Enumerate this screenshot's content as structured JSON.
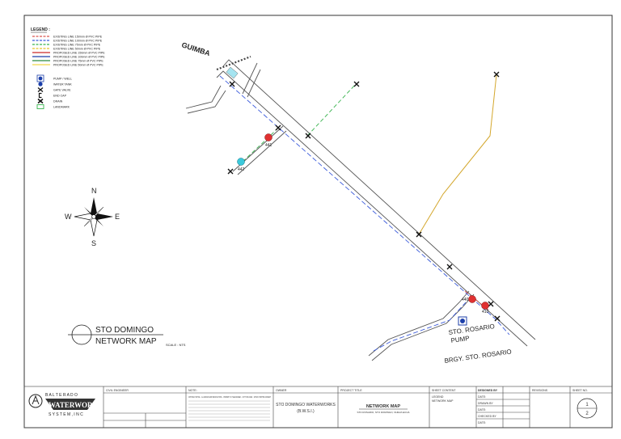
{
  "legend": {
    "heading": "LEGEND :",
    "lines": [
      {
        "label": "EXISTING LINE 150mm Ø PVC PIPE",
        "color": "#d9534f",
        "dash": true
      },
      {
        "label": "EXISTING LINE 100mm Ø PVC PIPE",
        "color": "#3b5bdb",
        "dash": true
      },
      {
        "label": "EXISTING LINE 75mm Ø PVC PIPE",
        "color": "#37b24d",
        "dash": true
      },
      {
        "label": "EXISTING LINE 50mm Ø PVC PIPE",
        "color": "#e6c229",
        "dash": true
      },
      {
        "label": "PROPOSED LINE 150mm Ø PVC PIPE",
        "color": "#c92a2a",
        "dash": false
      },
      {
        "label": "PROPOSED LINE 100mm Ø PVC PIPE",
        "color": "#1c3faa",
        "dash": false
      },
      {
        "label": "PROPOSED LINE 75mm Ø PVC PIPE",
        "color": "#2b8a3e",
        "dash": false
      },
      {
        "label": "PROPOSED LINE 50mm Ø PVC PIPE",
        "color": "#f2d64b",
        "dash": false
      }
    ],
    "symbols": [
      {
        "icon": "pump-well-icon",
        "label": "PUMP / WELL"
      },
      {
        "icon": "water-tank-icon",
        "label": "WATER TANK"
      },
      {
        "icon": "gate-valve-icon",
        "label": "GATE VALVE"
      },
      {
        "icon": "end-cap-icon",
        "label": "END CAP"
      },
      {
        "icon": "drain-icon",
        "label": "DRAIN"
      },
      {
        "icon": "landmark-icon",
        "label": "LANDMARK"
      }
    ]
  },
  "compass": {
    "n": "N",
    "e": "E",
    "s": "S",
    "w": "W"
  },
  "map_labels": {
    "road": "GUIMBA",
    "node_441": "441",
    "node_442": "442",
    "node_440": "440",
    "node_410": "410",
    "pump_label_1": "STO. ROSARIO",
    "pump_label_2": "PUMP",
    "brgy": "BRGY. STO. ROSARIO"
  },
  "title_block": {
    "title_line1": "STO DOMINGO",
    "title_line2": "NETWORK MAP",
    "scale": "SCALE : NTS"
  },
  "footer": {
    "logo_line1": "B A L T E R A D O",
    "logo_line2": "WATERWORKS",
    "logo_line3": "S Y S T E M ,   I N C",
    "civil_engineer_header": "CIVIL ENGINEER",
    "note_header": "NOTE:",
    "note_body": "COPYRIGHT NOTICE ... ALL DESIGNS AND SPECIFICATIONS ... PROPERTY OF THE ENGINEER ... NOT TO BE USED ... WITHOUT WRITTEN CONSENT",
    "owner_header": "OWNER",
    "owner_name": "STO DOMINGO WATERWORKS",
    "owner_sub": "(B.W.S.I.)",
    "project_header": "PROJECT TITLE",
    "project_title": "NETWORK MAP",
    "project_sub": "STO ROSARIO, STO DOMINGO, NUEVA ECIJA",
    "sheet_header": "SHEET CONTENT",
    "sheet_legend": "LEGEND",
    "sheet_map": "NETWORK MAP",
    "designed_by": "DESIGNED BY",
    "date_1": "DATE:",
    "drawn_by": "DRAWN BY",
    "date_2": "DATE:",
    "checked_by": "CHECKED BY",
    "date_3": "DATE:",
    "revisions_header": "REVISIONS",
    "sheet_no_header": "SHEET NO.",
    "sheet_num": "1",
    "sheet_total": "2"
  }
}
